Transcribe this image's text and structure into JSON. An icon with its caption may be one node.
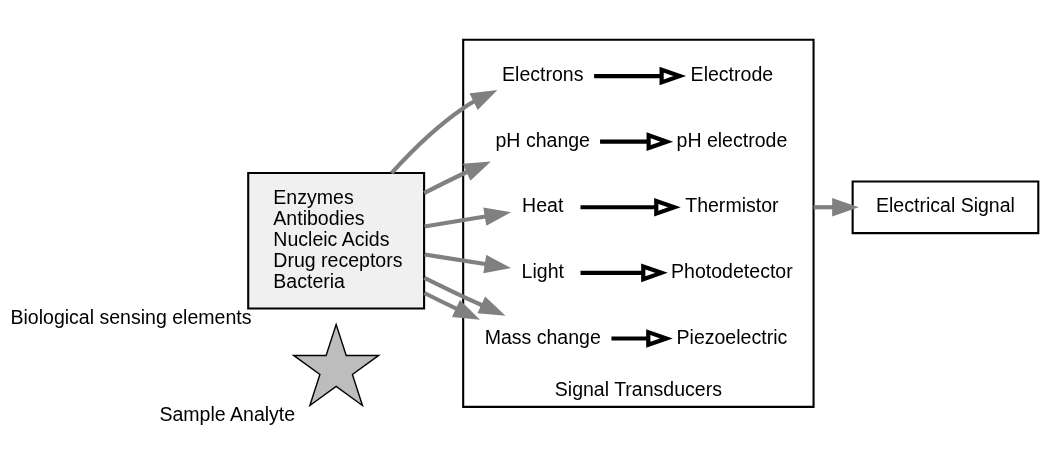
{
  "diagram": {
    "nodes": [
      {
        "text": [],
        "shape": "picture",
        "beside": [
          "Sample Analyte"
        ]
      },
      {
        "text": [
          "Enzymes",
          "Antibodies",
          "Nucleic Acids",
          "Drug receptors",
          "Bacteria"
        ],
        "beside": [
          "Biological sensing elements"
        ]
      },
      {
        "text": [],
        "shape": "box",
        "beside": [
          "Signal Transducers"
        ]
      },
      {
        "text": [
          "Electrons"
        ],
        "in": 2
      },
      {
        "text": [
          "Electrode"
        ],
        "in": 2
      },
      {
        "text": [
          "pH change"
        ],
        "in": 2
      },
      {
        "text": [
          "pH electrode"
        ],
        "in": 2
      },
      {
        "text": [
          "Heat"
        ],
        "in": 2
      },
      {
        "text": [
          "Thermistor"
        ],
        "in": 2
      },
      {
        "text": [
          "Light"
        ],
        "in": 2
      },
      {
        "text": [
          "Photodetector"
        ],
        "in": 2
      },
      {
        "text": [
          "Mass change"
        ],
        "in": 2
      },
      {
        "text": [
          "Piezoelectric"
        ],
        "in": 2
      },
      {
        "text": [
          "Electrical Signal"
        ]
      }
    ],
    "edges": [
      {
        "from": 1,
        "to": 3,
        "arrow": "to",
        "color": "#808080"
      },
      {
        "from": 1,
        "to": 5,
        "arrow": "to",
        "color": "#808080"
      },
      {
        "from": 1,
        "to": 7,
        "arrow": "to",
        "color": "#808080"
      },
      {
        "from": 1,
        "to": 9,
        "arrow": "to",
        "color": "#808080"
      },
      {
        "from": 1,
        "to": 11,
        "arrow": "to",
        "color": "#808080"
      },
      {
        "from": 1,
        "to": 11,
        "arrow": "to",
        "color": "#808080"
      },
      {
        "from": 3,
        "to": 4,
        "arrow": "to",
        "color": "#000000"
      },
      {
        "from": 5,
        "to": 6,
        "arrow": "to",
        "color": "#000000"
      },
      {
        "from": 7,
        "to": 8,
        "arrow": "to",
        "color": "#000000"
      },
      {
        "from": 9,
        "to": 10,
        "arrow": "to",
        "color": "#000000"
      },
      {
        "from": 11,
        "to": 12,
        "arrow": "to",
        "color": "#000000"
      },
      {
        "from": 2,
        "to": 13,
        "arrow": "to",
        "color": "#808080"
      }
    ]
  }
}
